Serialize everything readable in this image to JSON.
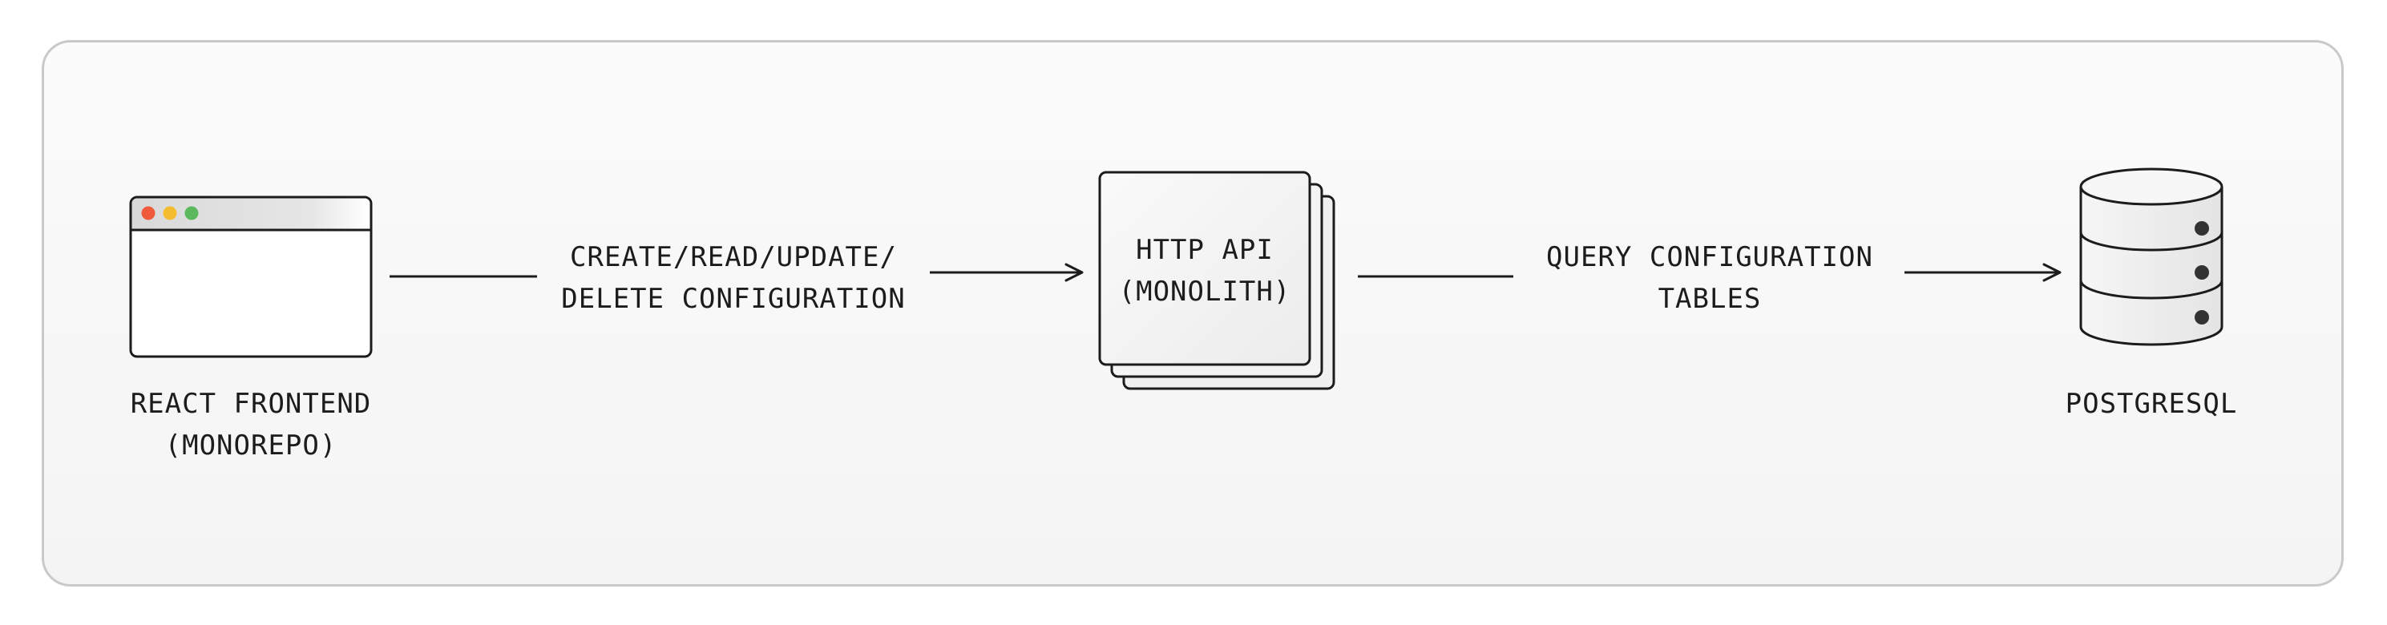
{
  "nodes": {
    "frontend": {
      "icon": "browser-window-icon",
      "label_line1": "REACT FRONTEND",
      "label_line2": "(MONOREPO)"
    },
    "api": {
      "icon": "stacked-pages-icon",
      "label_line1": "HTTP API",
      "label_line2": "(MONOLITH)"
    },
    "database": {
      "icon": "database-icon",
      "label": "POSTGRESQL"
    }
  },
  "edges": {
    "frontend_to_api": {
      "label_line1": "CREATE/READ/UPDATE/",
      "label_line2": "DELETE CONFIGURATION"
    },
    "api_to_database": {
      "label_line1": "QUERY CONFIGURATION",
      "label_line2": "TABLES"
    }
  },
  "colors": {
    "stroke": "#1c1c1c",
    "frame_border": "#c9c9c9",
    "dot_red": "#ef5b3a",
    "dot_yellow": "#f4bd2f",
    "dot_green": "#5cb85c"
  }
}
